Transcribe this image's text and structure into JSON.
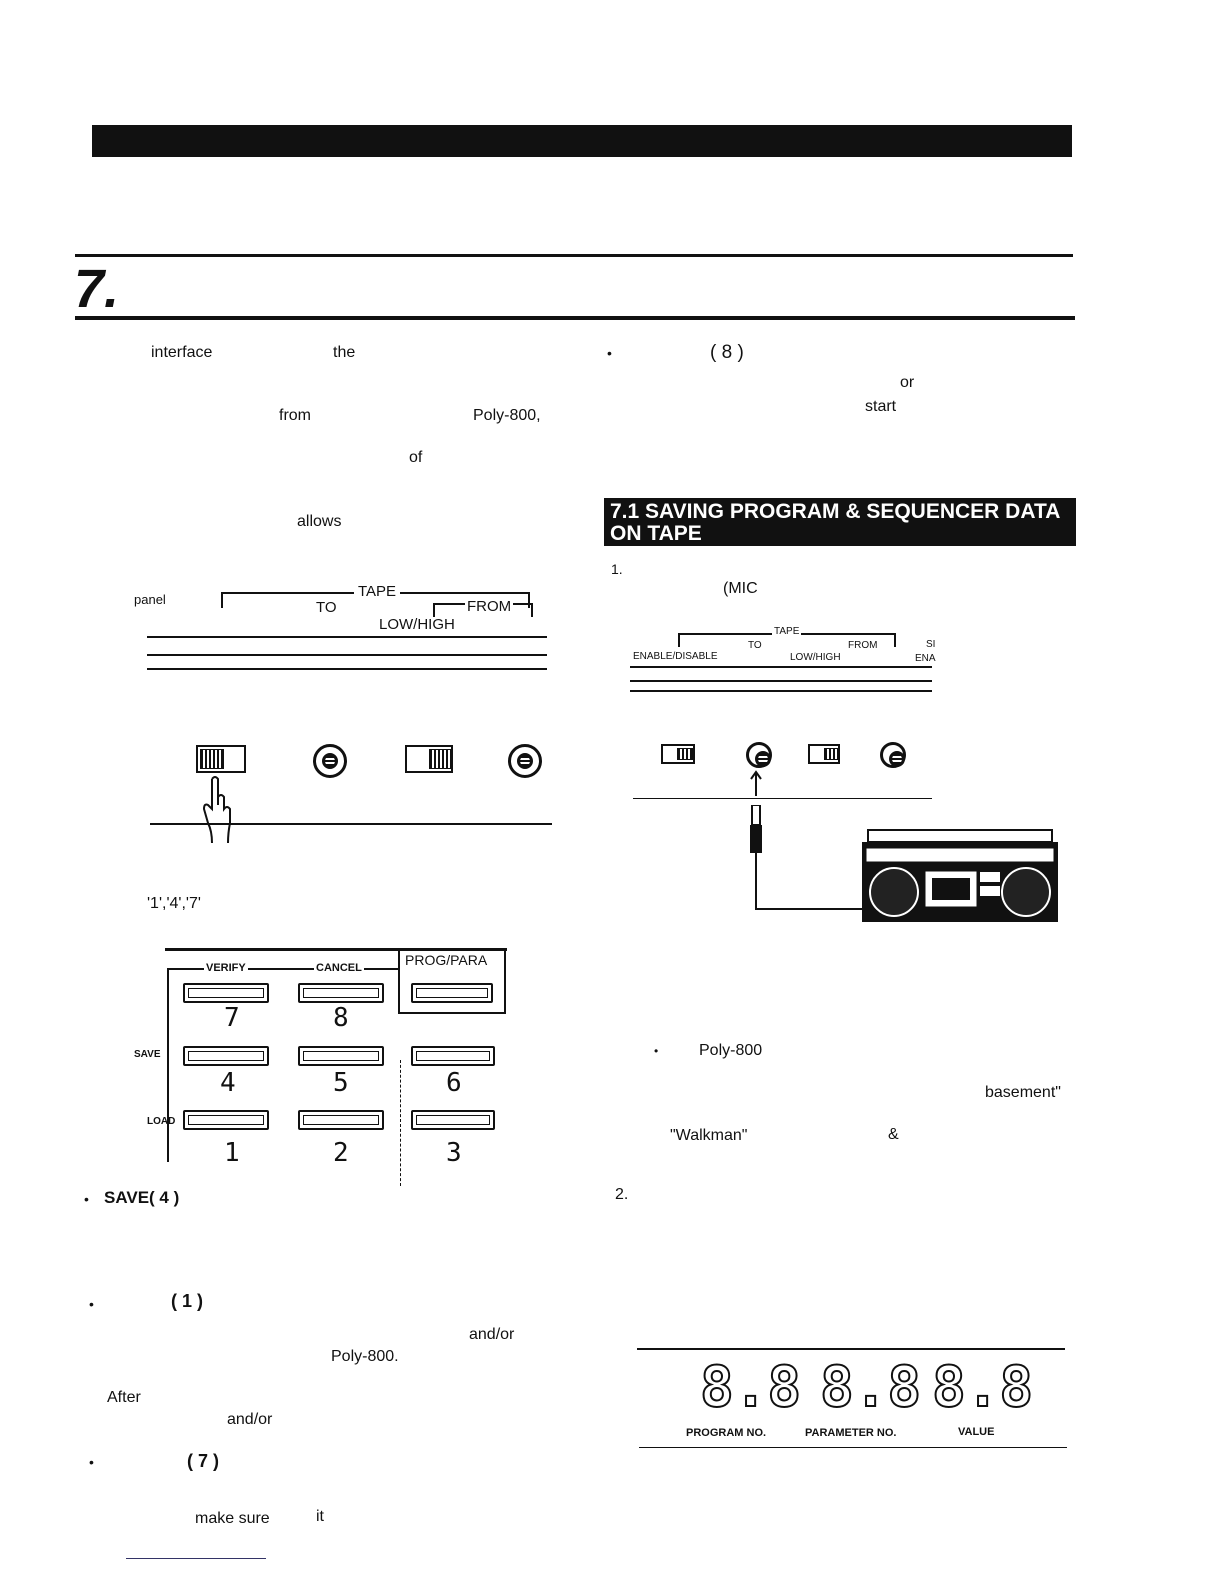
{
  "section": {
    "number": "7.",
    "sub_heading": "7.1 SAVING PROGRAM & SEQUENCER DATA ON TAPE"
  },
  "left_column": {
    "frag_interface": "interface",
    "frag_the": "the",
    "frag_from": "from",
    "frag_poly": "Poly-800,",
    "frag_of": "of",
    "frag_allows": "allows",
    "panel_label": "panel",
    "tape_label": "TAPE",
    "to_label": "TO",
    "from_label": "FROM",
    "lowhigh_label": "LOW/HIGH",
    "key_list": "'1','4','7'",
    "save_item": "SAVE( 4 )",
    "load_item": "( 1 )",
    "frag_andor1": "and/or",
    "frag_poly2": "Poly-800.",
    "frag_after": "After",
    "frag_andor2": "and/or",
    "verify_item": "( 7 )",
    "frag_makesure": "make sure",
    "frag_it": "it"
  },
  "keypad": {
    "verify_label": "VERIFY",
    "cancel_label": "CANCEL",
    "prog_para_label": "PROG/PARA",
    "save_label": "SAVE",
    "load_label": "LOAD",
    "row1": [
      "7",
      "8"
    ],
    "row2": [
      "4",
      "5",
      "6"
    ],
    "row3": [
      "1",
      "2",
      "3"
    ]
  },
  "right_column": {
    "cancel_item": "( 8 )",
    "frag_or": "or",
    "frag_start": "start",
    "step1": "1.",
    "frag_mic": "(MIC",
    "tape_label": "TAPE",
    "enable_label": "ENABLE/DISABLE",
    "to_label": "TO",
    "from_label": "FROM",
    "lowhigh_label": "LOW/HIGH",
    "si_label": "SI",
    "ena_label": "ENA",
    "frag_poly": "Poly-800",
    "frag_basement": "basement\"",
    "frag_walkman": "\"Walkman\"",
    "frag_amp": "&",
    "step2": "2.",
    "display_digits": [
      "8.8",
      "8.8",
      "8.8"
    ],
    "program_no": "PROGRAM NO.",
    "parameter_no": "PARAMETER NO.",
    "value": "VALUE"
  }
}
